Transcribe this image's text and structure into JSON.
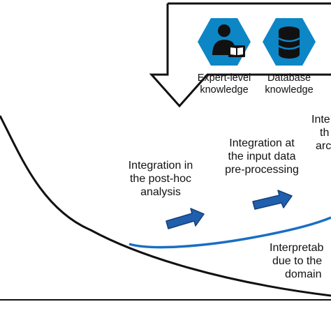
{
  "colors": {
    "hexagon": "#0d86c6",
    "blue_curve": "#1a6ec4",
    "arrow_fill": "#1f5fad",
    "arrow_edge": "#173f75",
    "black_curve": "#111111",
    "callout_border": "#111111",
    "text": "#111111"
  },
  "callout": {
    "icons": {
      "expert": "expert-with-book-icon",
      "database": "database-cylinder-icon"
    },
    "expert_label": [
      "Expert-level",
      "knowledge"
    ],
    "database_label": [
      "Database",
      "knowledge"
    ]
  },
  "stages": {
    "post_hoc": [
      "Integration in",
      "the post-hoc",
      "analysis"
    ],
    "input_data": [
      "Integration at",
      "the input data",
      "pre-processing"
    ],
    "architecture": [
      "Inte",
      "th",
      "arc"
    ],
    "interpretability": [
      "Interpretab",
      "due to the",
      "domain"
    ]
  }
}
